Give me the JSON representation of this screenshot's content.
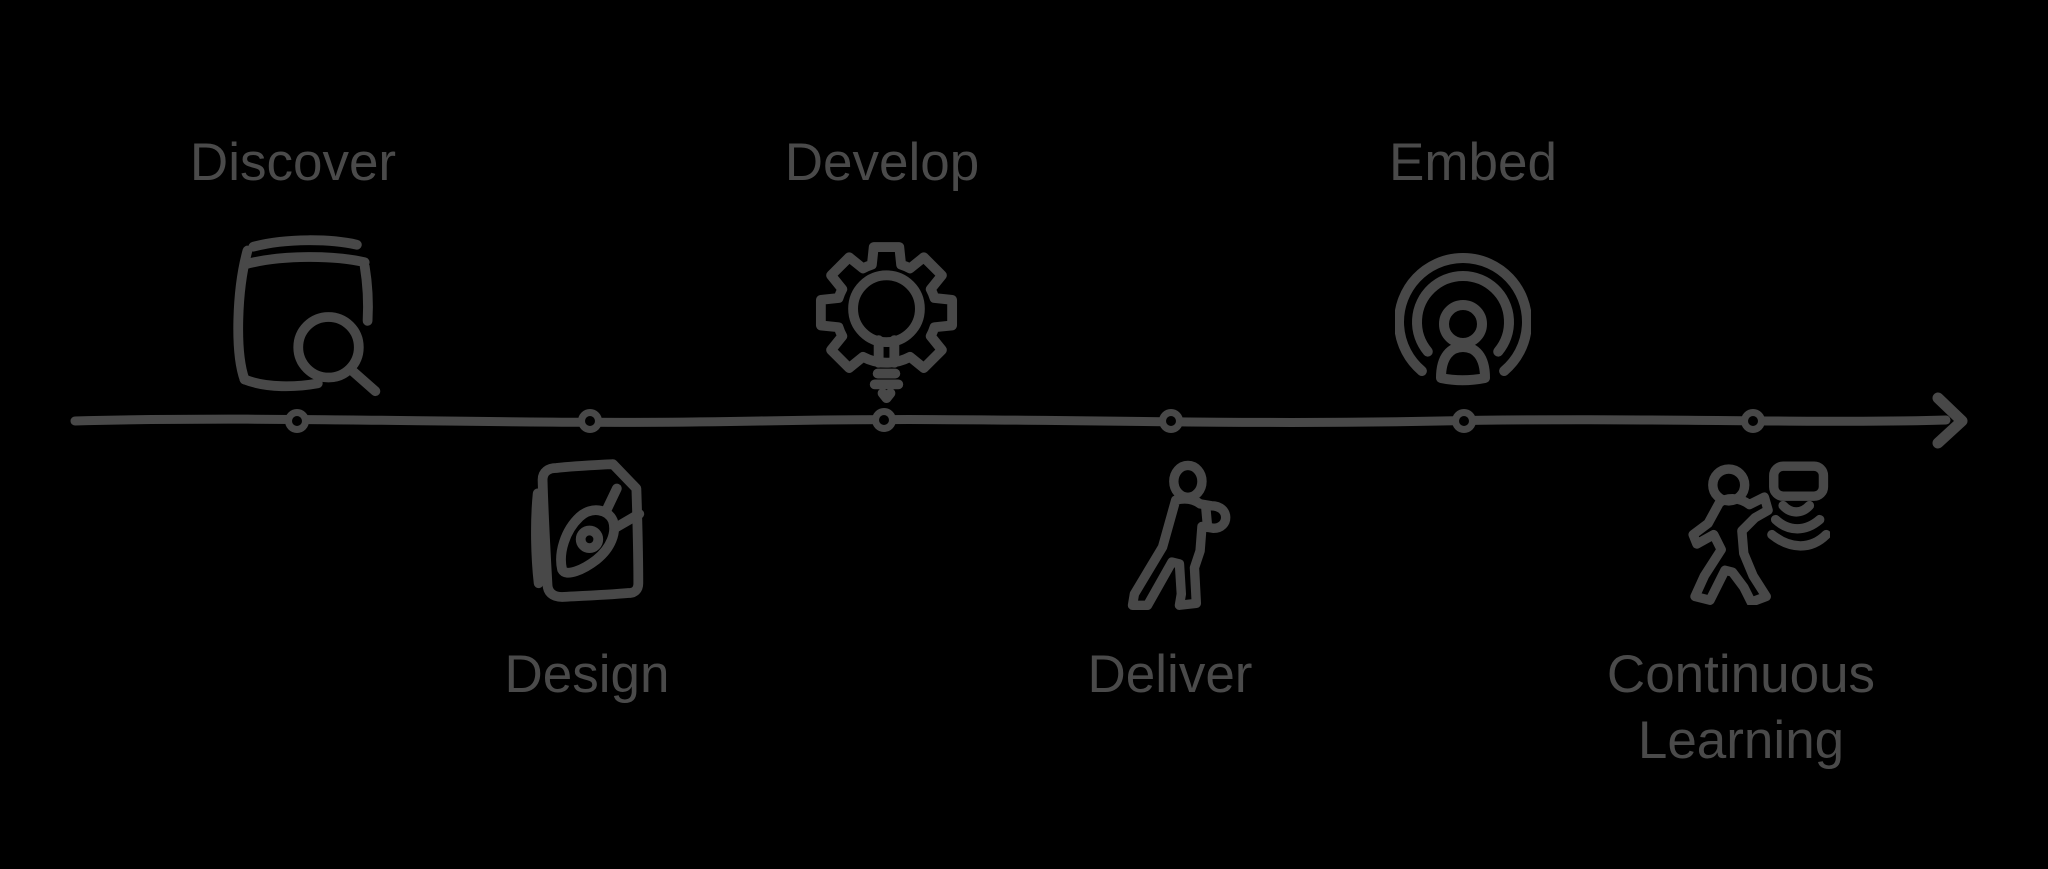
{
  "colors": {
    "background": "#000000",
    "stroke": "#484848",
    "text": "#4a4a4a"
  },
  "timeline": {
    "type": "process-timeline",
    "direction": "left-to-right",
    "node_count": 6,
    "has_arrowhead": true
  },
  "stages": [
    {
      "label": "Discover",
      "icon": "book-magnifier-icon",
      "side": "above"
    },
    {
      "label": "Design",
      "icon": "pen-nib-document-icon",
      "side": "below"
    },
    {
      "label": "Develop",
      "icon": "gear-lightbulb-icon",
      "side": "above"
    },
    {
      "label": "Deliver",
      "icon": "person-lunging-icon",
      "side": "below"
    },
    {
      "label": "Embed",
      "icon": "person-broadcast-icon",
      "side": "above"
    },
    {
      "label": "Continuous Learning",
      "icon": "person-running-signal-icon",
      "side": "below"
    }
  ]
}
